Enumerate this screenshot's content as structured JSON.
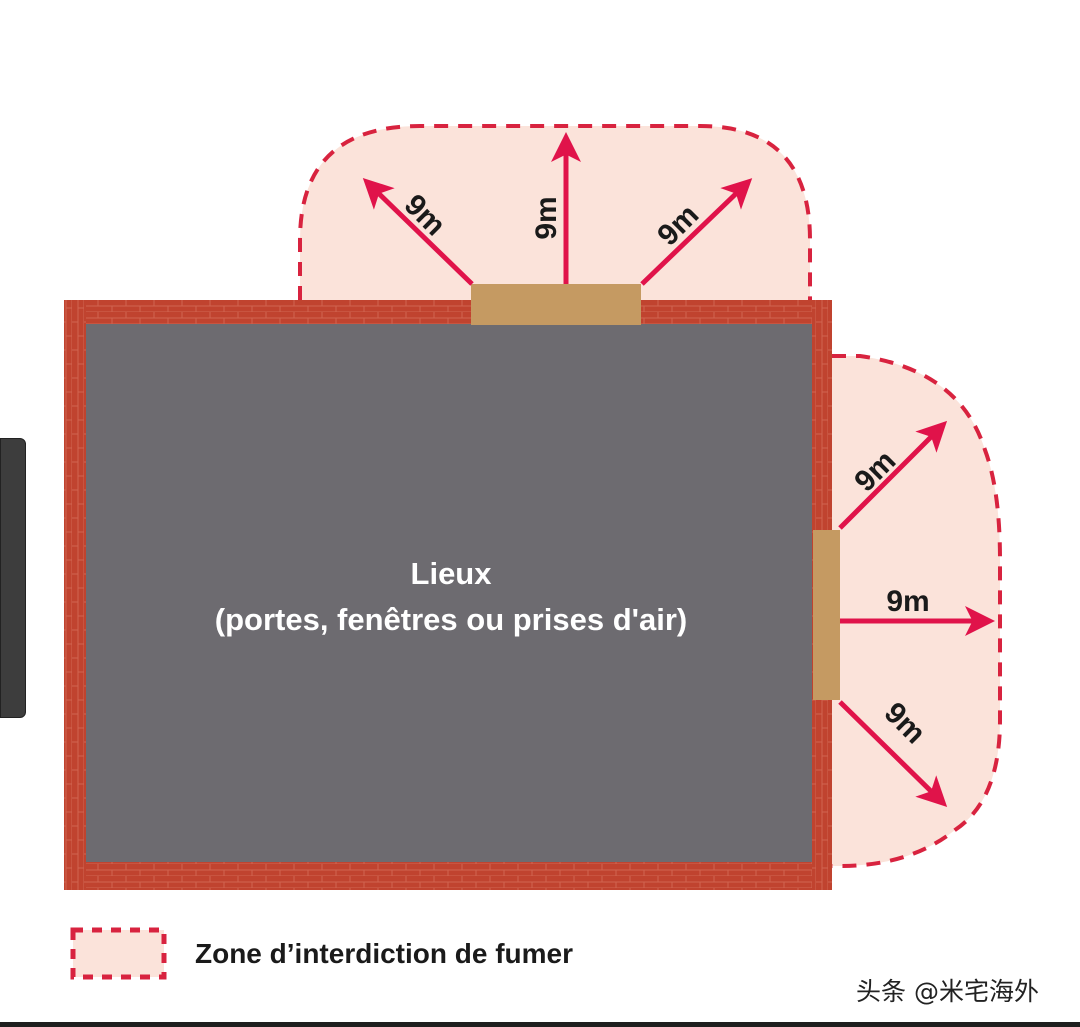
{
  "building": {
    "title": "Lieux",
    "subtitle": "(portes, fenêtres ou prises d'air)"
  },
  "distance_labels": {
    "top_left": "9m",
    "top_center": "9m",
    "top_right": "9m",
    "right_top": "9m",
    "right_middle": "9m",
    "right_bottom": "9m"
  },
  "legend": {
    "label": "Zone d’interdiction de fumer"
  },
  "watermark": "头条 @米宅海外",
  "colors": {
    "zone_fill": "#fbe3da",
    "zone_border": "#d8233f",
    "arrow": "#e0134a",
    "wall": "#c0432f",
    "interior": "#6d6b70",
    "opening": "#c59a62",
    "text_light": "#ffffff",
    "text_dark": "#1a1a1a"
  }
}
